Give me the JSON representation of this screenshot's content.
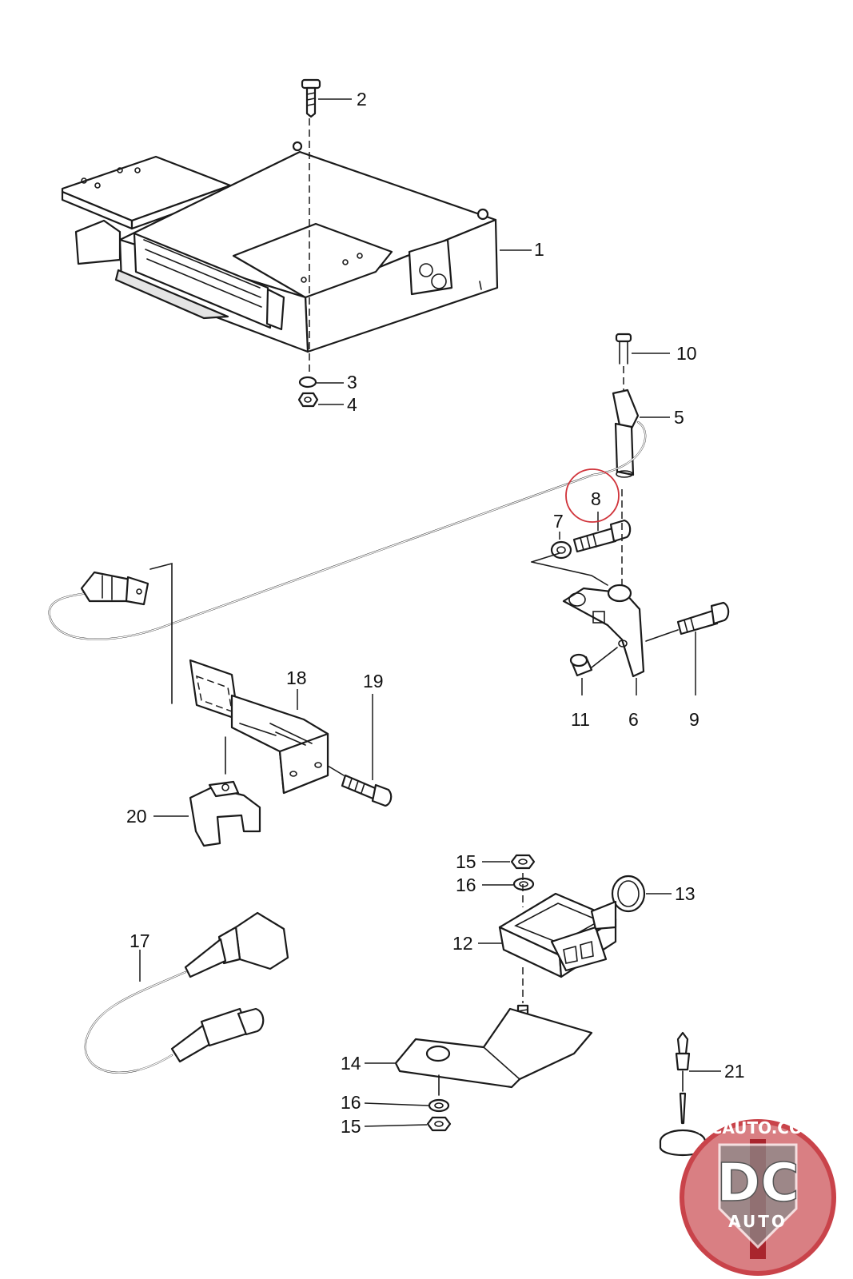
{
  "diagram": {
    "callouts": [
      {
        "id": "callout-1",
        "label": "1"
      },
      {
        "id": "callout-2",
        "label": "2"
      },
      {
        "id": "callout-3",
        "label": "3"
      },
      {
        "id": "callout-4",
        "label": "4"
      },
      {
        "id": "callout-5",
        "label": "5"
      },
      {
        "id": "callout-6",
        "label": "6"
      },
      {
        "id": "callout-7",
        "label": "7"
      },
      {
        "id": "callout-8",
        "label": "8"
      },
      {
        "id": "callout-9",
        "label": "9"
      },
      {
        "id": "callout-10",
        "label": "10"
      },
      {
        "id": "callout-11",
        "label": "11"
      },
      {
        "id": "callout-12",
        "label": "12"
      },
      {
        "id": "callout-13",
        "label": "13"
      },
      {
        "id": "callout-14",
        "label": "14"
      },
      {
        "id": "callout-15a",
        "label": "15"
      },
      {
        "id": "callout-15b",
        "label": "15"
      },
      {
        "id": "callout-16a",
        "label": "16"
      },
      {
        "id": "callout-16b",
        "label": "16"
      },
      {
        "id": "callout-17",
        "label": "17"
      },
      {
        "id": "callout-18",
        "label": "18"
      },
      {
        "id": "callout-19",
        "label": "19"
      },
      {
        "id": "callout-20",
        "label": "20"
      },
      {
        "id": "callout-21",
        "label": "21"
      }
    ],
    "highlighted_part": "8",
    "highlight_color": "#d0333a"
  },
  "watermark": {
    "top_text": "DCAUTO.COM",
    "initials": "DC",
    "bottom_text": "AUTO",
    "colors": {
      "ring": "#c9434a",
      "fill": "#dc8a8d",
      "stripe": "#a9252d"
    }
  }
}
